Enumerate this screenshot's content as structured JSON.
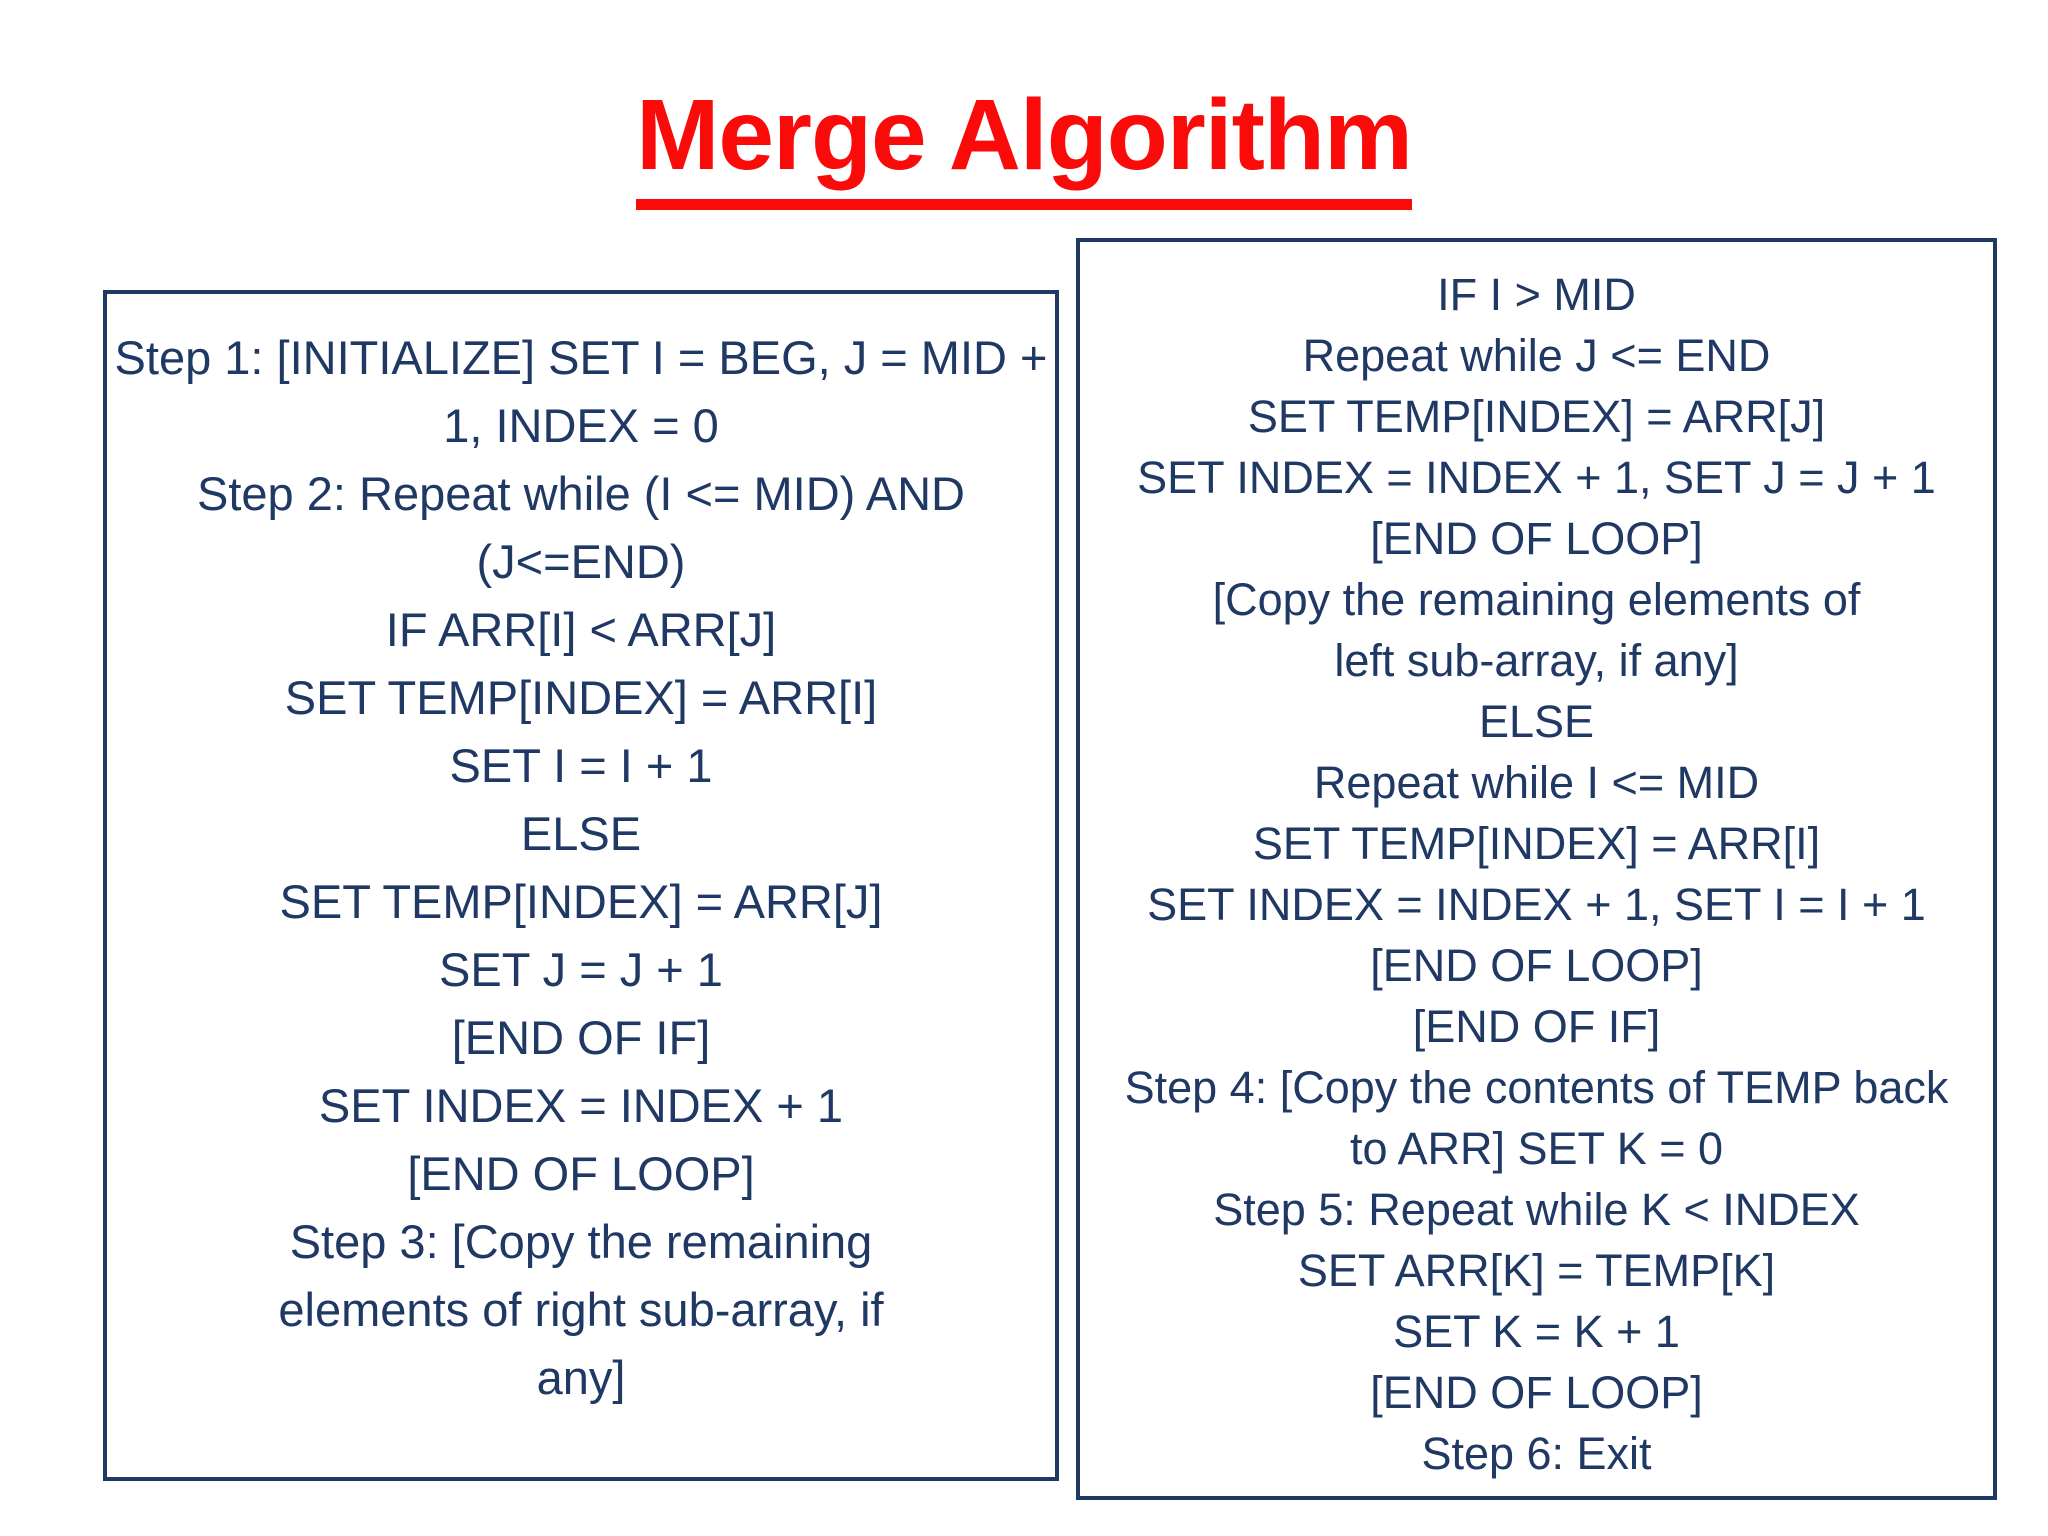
{
  "colors": {
    "navy_text": "#1f3864",
    "title_red": "#fb0a0a",
    "background": "#ffffff"
  },
  "title": {
    "text": "Merge Algorithm"
  },
  "left_box": {
    "lines": [
      "Step 1: [INITIALIZE] SET I = BEG, J = MID +",
      "1, INDEX = 0",
      "Step 2: Repeat while (I <= MID) AND",
      "(J<=END)",
      "IF ARR[I] < ARR[J]",
      "SET TEMP[INDEX] = ARR[I]",
      "SET I = I + 1",
      "ELSE",
      "SET TEMP[INDEX] = ARR[J]",
      "SET J = J + 1",
      "[END OF IF]",
      "SET INDEX = INDEX + 1",
      "[END OF LOOP]",
      "Step 3: [Copy the remaining",
      "elements of right sub-array, if",
      "any]"
    ]
  },
  "right_box": {
    "lines": [
      "IF I > MID",
      "Repeat while J <= END",
      "SET TEMP[INDEX] = ARR[J]",
      "SET INDEX = INDEX + 1, SET J = J + 1",
      "[END OF LOOP]",
      "[Copy the remaining elements of",
      "left sub-array, if any]",
      "ELSE",
      "Repeat while I <= MID",
      "SET TEMP[INDEX] = ARR[I]",
      "SET INDEX = INDEX + 1, SET I = I + 1",
      "[END OF LOOP]",
      "[END OF IF]",
      "Step 4: [Copy the contents of TEMP back",
      "to ARR] SET K = 0",
      "Step 5: Repeat while K < INDEX",
      "SET ARR[K] = TEMP[K]",
      "SET K = K + 1",
      "[END OF LOOP]",
      "Step 6: Exit"
    ]
  }
}
